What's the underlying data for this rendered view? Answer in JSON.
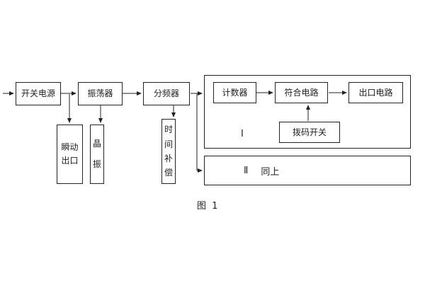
{
  "figure": {
    "caption": "图 1"
  },
  "blocks": {
    "switch_power": {
      "label": "开关电源"
    },
    "oscillator": {
      "label": "振荡器"
    },
    "frequency_divider": {
      "label": "分频器"
    },
    "instant_outlet": {
      "label": "瞬动出口"
    },
    "crystal": {
      "label": "晶振"
    },
    "time_compensation": {
      "label": "时间补偿"
    },
    "counter": {
      "label": "计数器"
    },
    "coincidence_circuit": {
      "label": "符合电路"
    },
    "outlet_circuit": {
      "label": "出口电路"
    },
    "dip_switch": {
      "label": "拨码开关"
    },
    "group_1": {
      "label": "Ⅰ"
    },
    "group_2": {
      "label": "Ⅱ",
      "note": "同上"
    }
  },
  "colors": {
    "background": "#ffffff",
    "line": "#222222",
    "text": "#222222"
  }
}
